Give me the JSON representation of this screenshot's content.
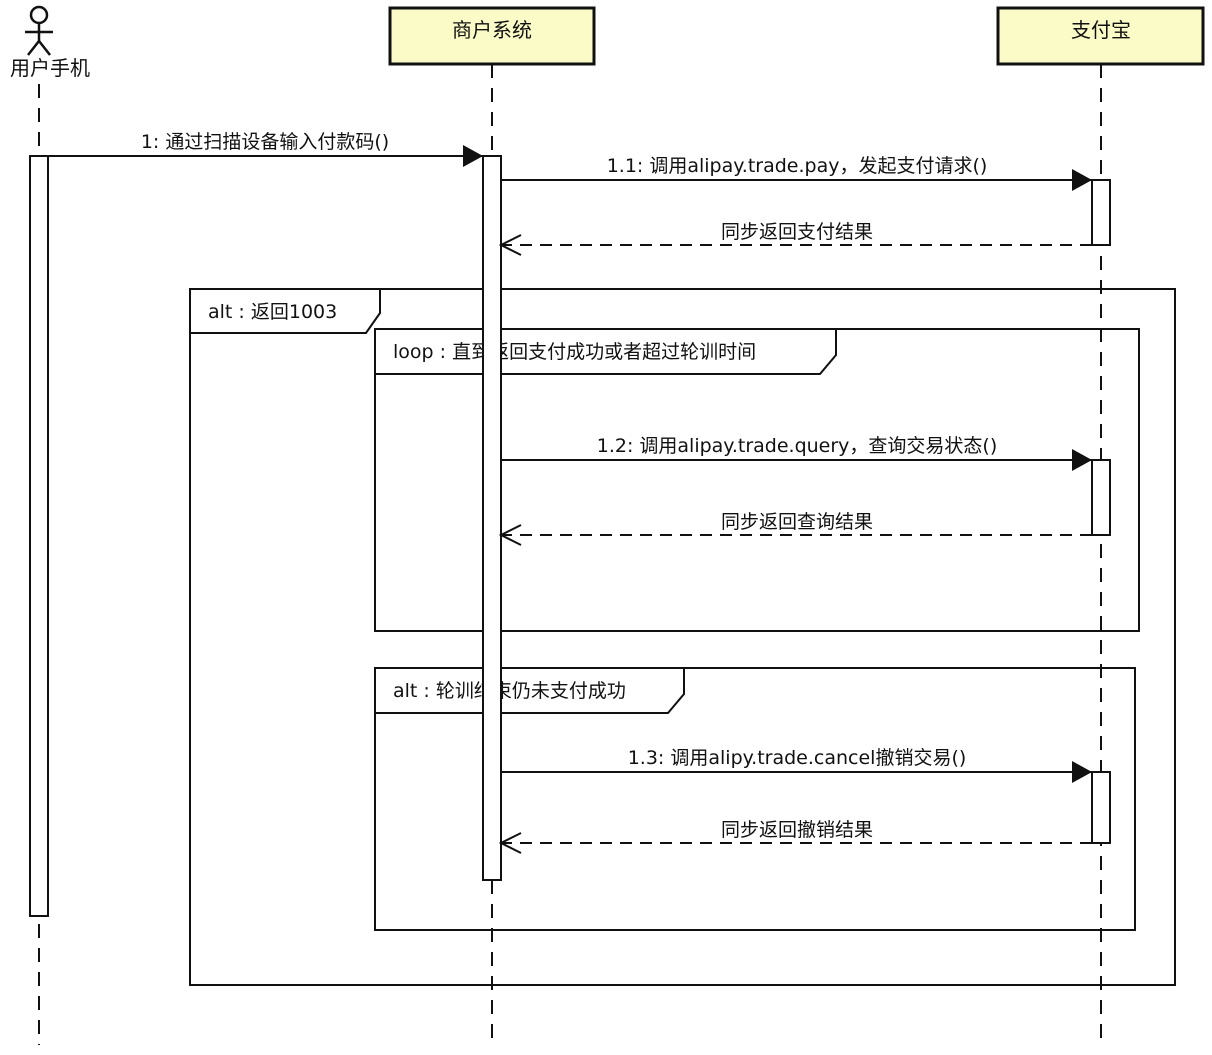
{
  "participants": {
    "actor": {
      "label": "用户手机",
      "icon": "stick-figure-icon"
    },
    "merchant": {
      "label": "商户系统"
    },
    "alipay": {
      "label": "支付宝"
    }
  },
  "messages": {
    "m1": "1: 通过扫描设备输入付款码()",
    "m1_1": "1.1: 调用alipay.trade.pay，发起支付请求()",
    "r1_1": "同步返回支付结果",
    "m1_2": "1.2: 调用alipay.trade.query，查询交易状态()",
    "r1_2": "同步返回查询结果",
    "m1_3": "1.3: 调用alipy.trade.cancel撤销交易()",
    "r1_3": "同步返回撤销结果"
  },
  "frames": {
    "outer_alt": "alt : 返回1003",
    "loop": "loop : 直到返回支付成功或者超过轮训时间",
    "inner_alt": "alt : 轮训结束仍未支付成功"
  },
  "colors": {
    "participant_fill": "#fbfbc8",
    "line": "#111111",
    "background": "#ffffff"
  }
}
